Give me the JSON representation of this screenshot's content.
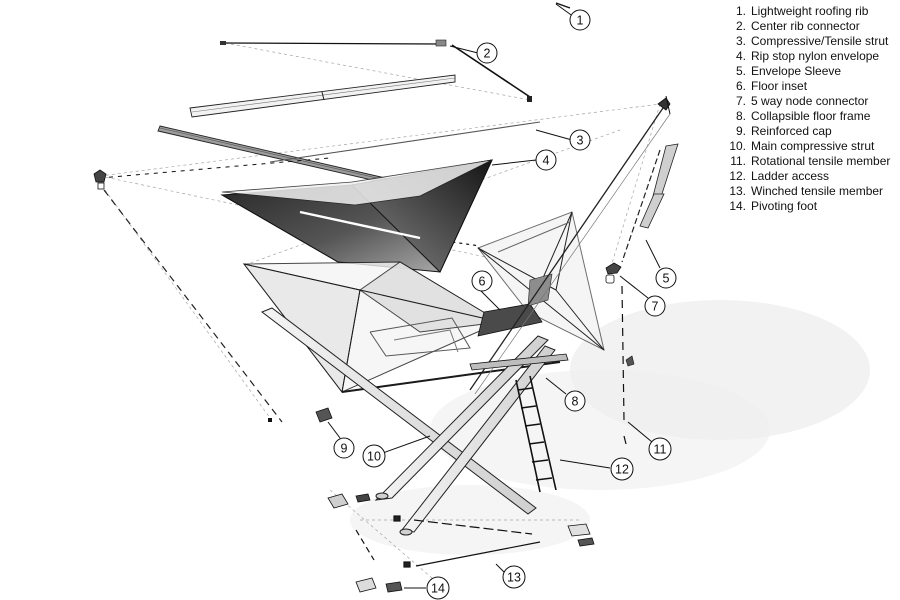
{
  "legend": {
    "items": [
      {
        "num": "1.",
        "label": "Lightweight roofing rib"
      },
      {
        "num": "2.",
        "label": "Center rib connector"
      },
      {
        "num": "3.",
        "label": "Compressive/Tensile strut"
      },
      {
        "num": "4.",
        "label": "Rip stop nylon envelope"
      },
      {
        "num": "5.",
        "label": "Envelope Sleeve"
      },
      {
        "num": "6.",
        "label": "Floor inset"
      },
      {
        "num": "7.",
        "label": "5 way node connector"
      },
      {
        "num": "8.",
        "label": "Collapsible floor frame"
      },
      {
        "num": "9.",
        "label": "Reinforced cap"
      },
      {
        "num": "10.",
        "label": "Main compressive strut"
      },
      {
        "num": "11.",
        "label": "Rotational tensile member"
      },
      {
        "num": "12.",
        "label": "Ladder access"
      },
      {
        "num": "13.",
        "label": "Winched tensile member"
      },
      {
        "num": "14.",
        "label": "Pivoting foot"
      }
    ]
  },
  "callouts": [
    "1",
    "2",
    "3",
    "4",
    "5",
    "6",
    "7",
    "8",
    "9",
    "10",
    "11",
    "12",
    "13",
    "14"
  ],
  "colors": {
    "ink": "#111111",
    "envelope_dark": "#2b2b2b",
    "envelope_light": "#e8e8e8",
    "construction_line": "#9a9a9a",
    "shadow": "#e6e6e6"
  }
}
